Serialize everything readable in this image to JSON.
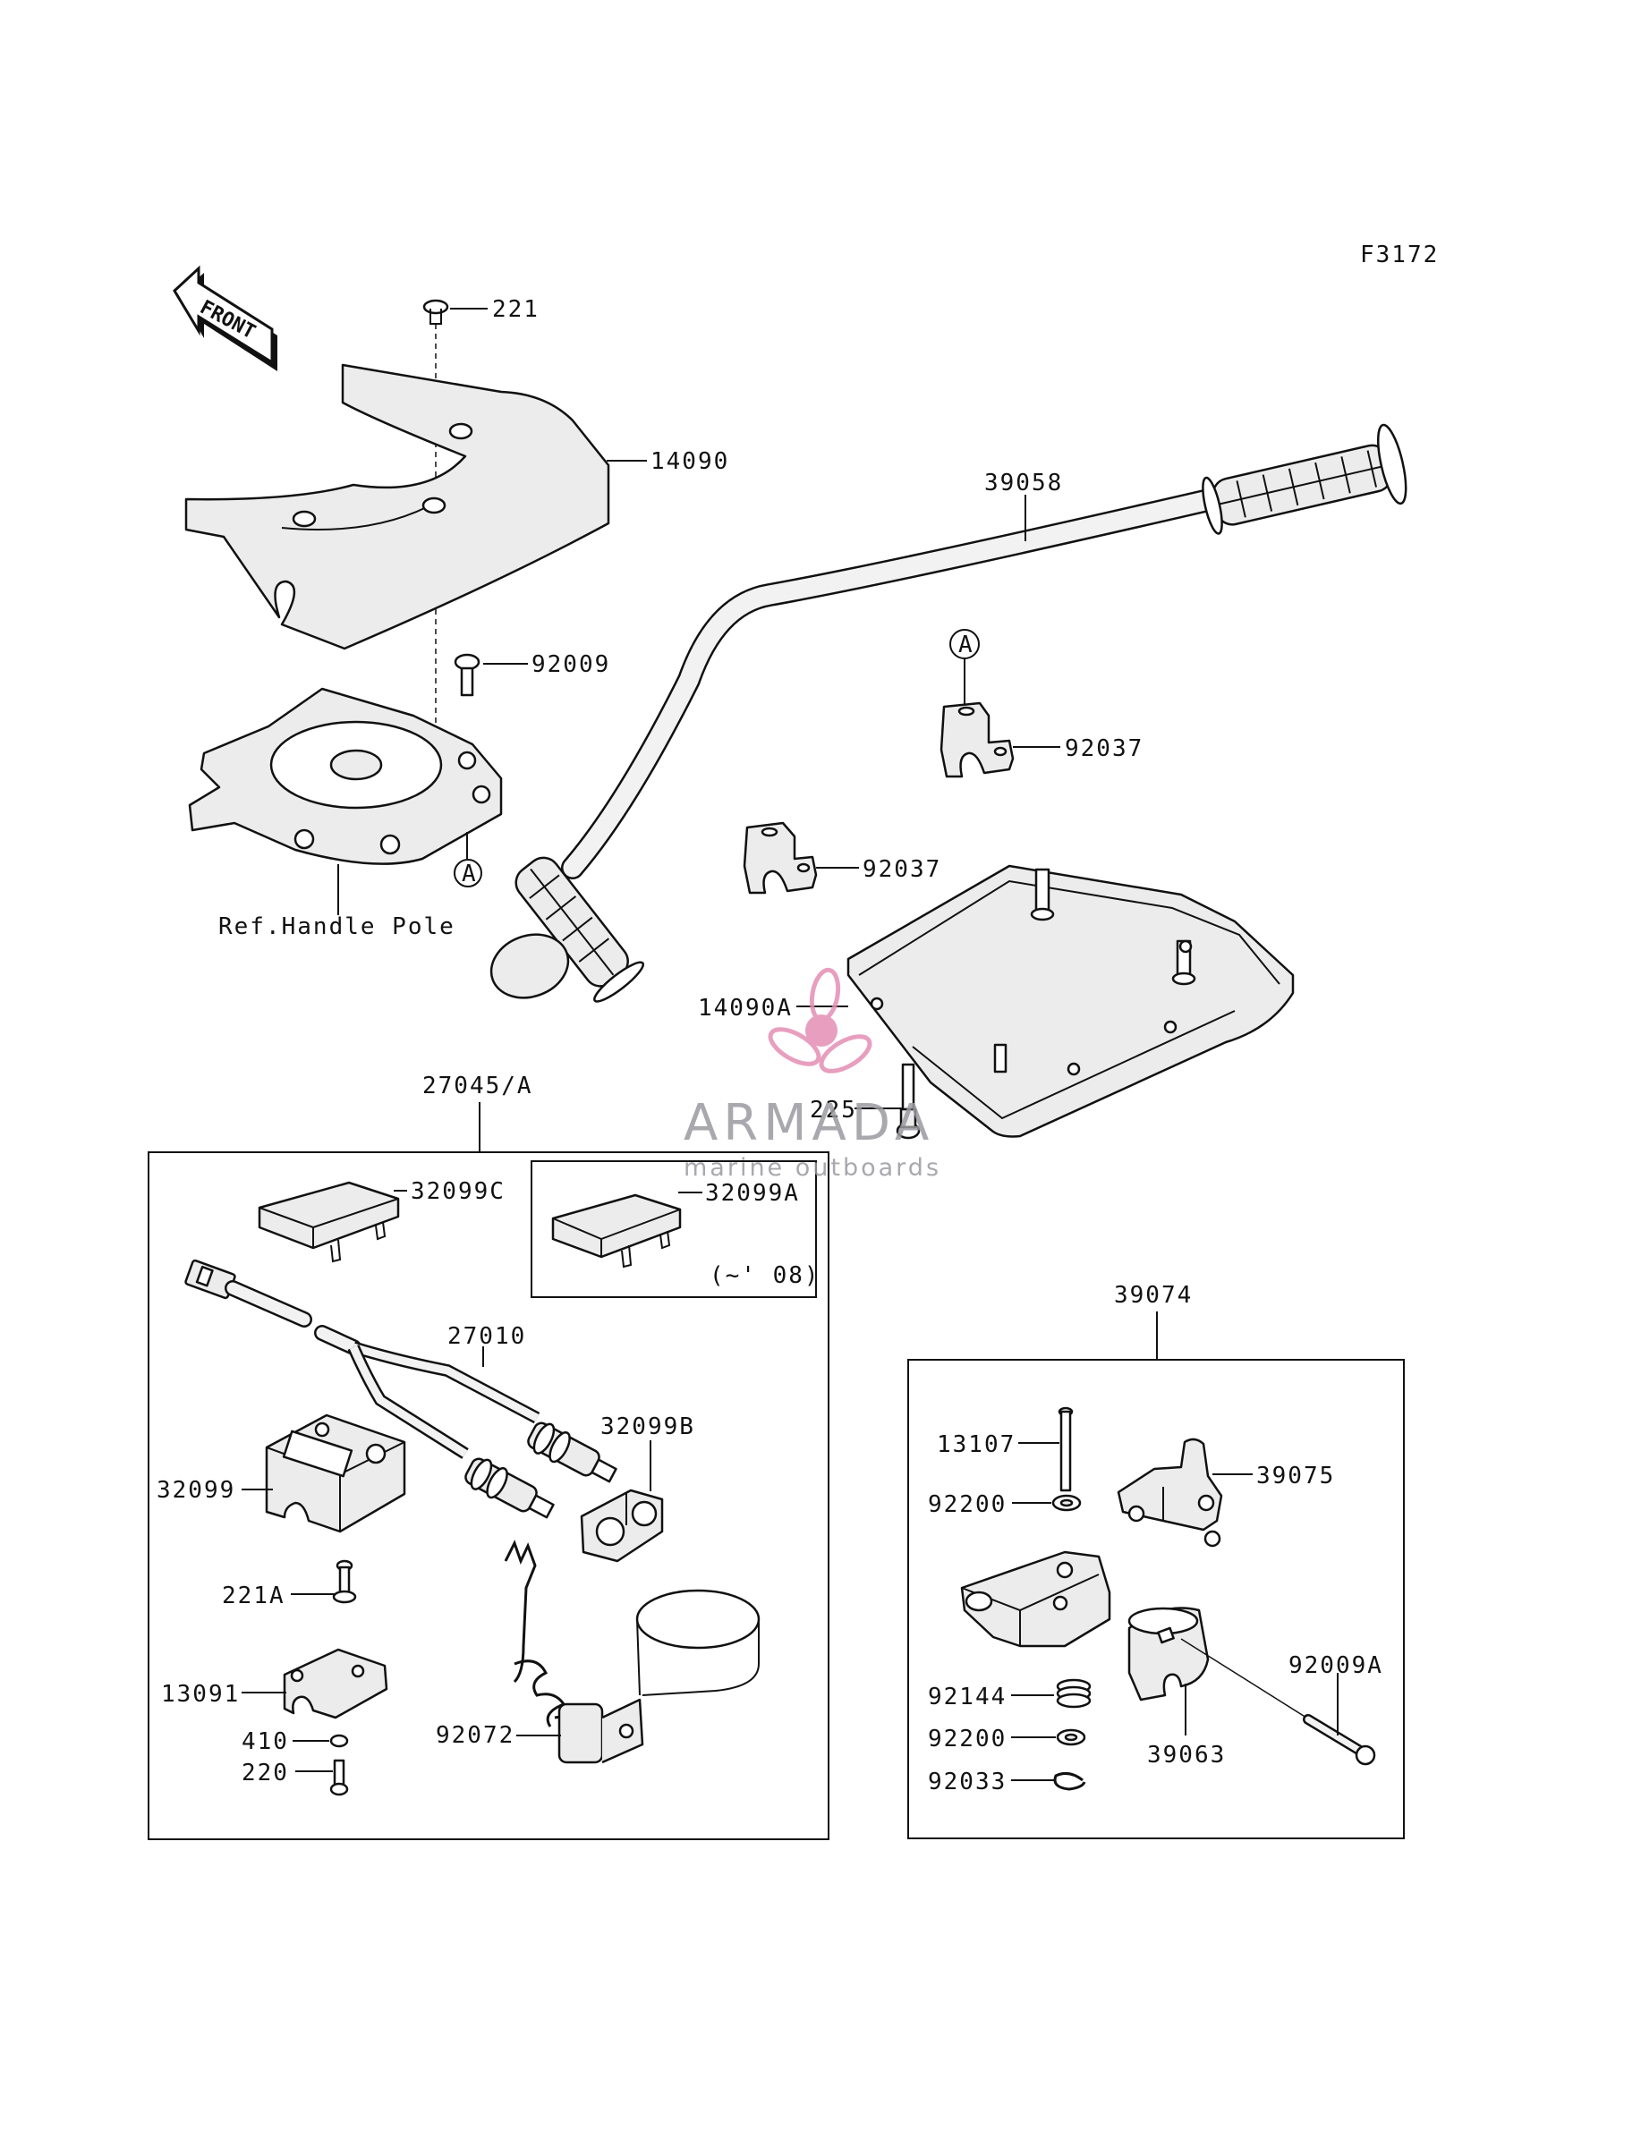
{
  "figure_code": "F3172",
  "front_arrow_label": "FRONT",
  "ref_marker": "A",
  "ref_handle_pole": "Ref.Handle Pole",
  "labels": {
    "p221": "221",
    "p14090": "14090",
    "p39058": "39058",
    "p92009": "92009",
    "p92037_upper": "92037",
    "p92037_lower": "92037",
    "p14090A": "14090A",
    "p225": "225",
    "p27045A": "27045/A",
    "p32099C": "32099C",
    "p32099A": "32099A",
    "note_08": "(~' 08)",
    "p27010": "27010",
    "p32099B": "32099B",
    "p32099": "32099",
    "p221A": "221A",
    "p13091": "13091",
    "p410": "410",
    "p220": "220",
    "p92072": "92072",
    "p39074": "39074",
    "p13107": "13107",
    "p39075": "39075",
    "p92200_upper": "92200",
    "p92144": "92144",
    "p92200_lower": "92200",
    "p92033": "92033",
    "p92009A": "92009A",
    "p39063": "39063"
  },
  "watermark": {
    "brand": "ARMADA",
    "tagline": "marine outboards",
    "logo_color": "#e58fb4"
  }
}
